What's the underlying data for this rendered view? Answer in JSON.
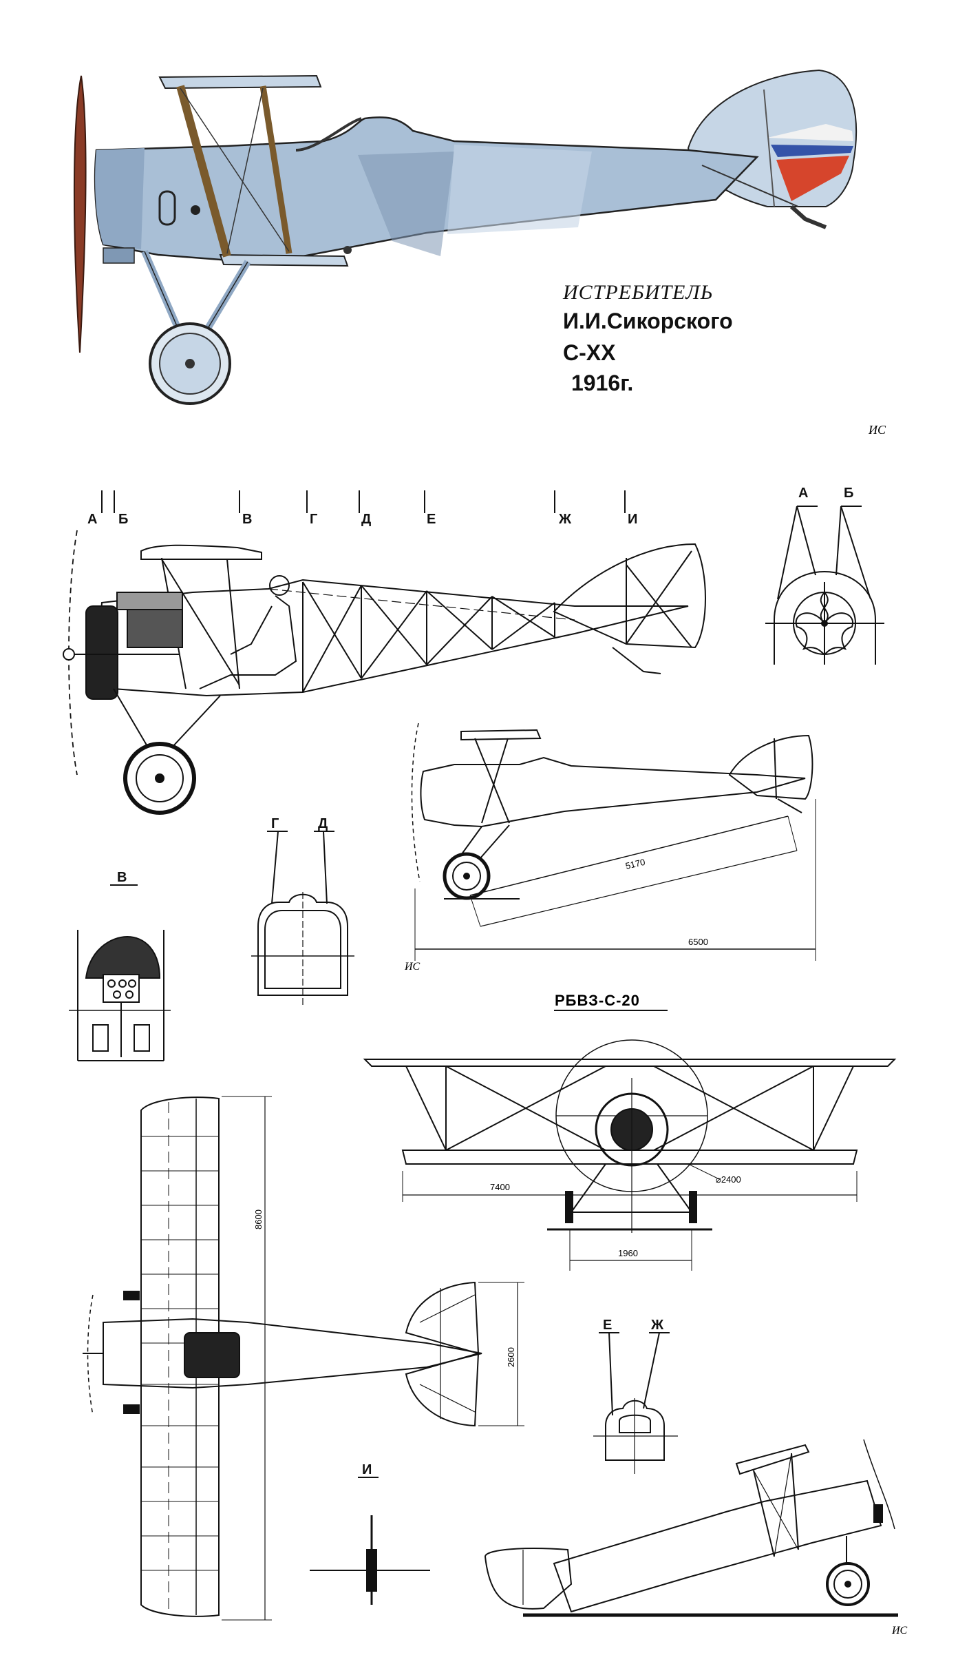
{
  "title": {
    "line1": "ИСТРЕБИТЕЛЬ",
    "line2": "И.И.Сикорского",
    "line3": "С-XX",
    "line4": "1916г."
  },
  "designation": "РБВЗ-С-20",
  "section_labels": {
    "a": "А",
    "b": "Б",
    "v": "В",
    "g": "Г",
    "d": "Д",
    "e": "Е",
    "zh": "Ж",
    "i": "И"
  },
  "dimensions": {
    "length_fuselage": "5170",
    "length_total": "6500",
    "span_upper": "7400",
    "prop_diameter": "⌀2400",
    "wheel_track": "1960",
    "span_plan": "8600",
    "tail_span": "2600"
  },
  "signature": "ИС",
  "colors": {
    "fuselage": "#a9bfd6",
    "fuselage_light": "#c6d6e6",
    "fuselage_dark": "#7f98b4",
    "propeller": "#8a3b26",
    "strut": "#7a5a2c",
    "roundel_white": "#f2f2f2",
    "roundel_blue": "#3453a8",
    "roundel_red": "#d6452c",
    "ink": "#111111"
  }
}
